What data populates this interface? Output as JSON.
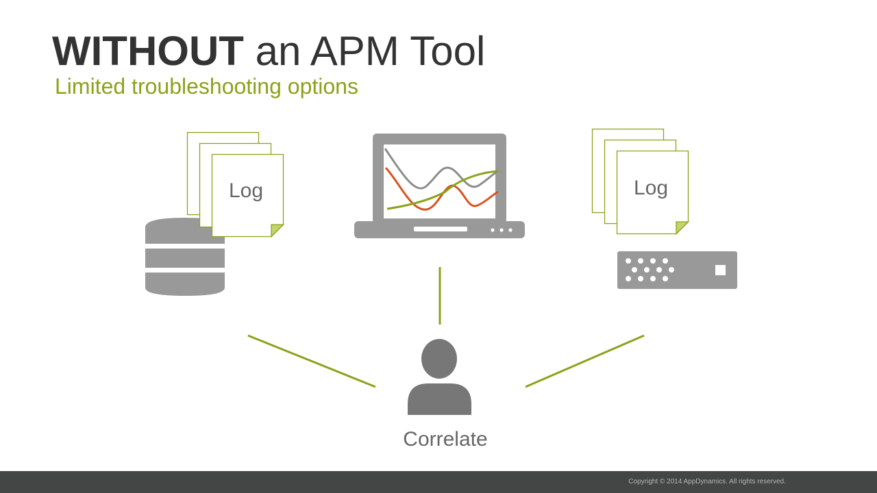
{
  "slide": {
    "title_bold": "WITHOUT",
    "title_rest": " an APM Tool",
    "subtitle": "Limited troubleshooting options"
  },
  "left_log_label": "Log",
  "right_log_label": "Log",
  "person_label": "Correlate",
  "footer": {
    "copyright": "Copyright © 2014 AppDynamics. All rights reserved."
  },
  "icons": [
    "database-icon",
    "log-file-stack-icon",
    "laptop-chart-icon",
    "server-icon",
    "person-icon"
  ],
  "colors": {
    "accent": "#8aa31a",
    "icon_gray": "#999999",
    "person_gray": "#777777",
    "chart_red": "#d9521f",
    "footer_bg": "#444545"
  }
}
